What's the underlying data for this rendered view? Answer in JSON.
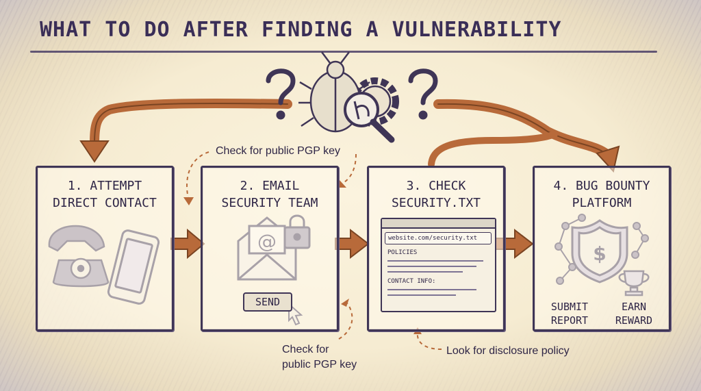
{
  "title": "WHAT TO DO AFTER FINDING A VULNERABILITY",
  "steps": [
    {
      "title": "1. ATTEMPT\nDIRECT CONTACT"
    },
    {
      "title": "2. EMAIL\nSECURITY TEAM",
      "button": "SEND"
    },
    {
      "title": "3. CHECK\nSECURITY.TXT",
      "url": "website.com/security.txt",
      "section1": "POLICIES",
      "section2": "CONTACT INFO:"
    },
    {
      "title": "4. BUG BOUNTY\nPLATFORM",
      "label_left": "SUBMIT\nREPORT",
      "label_right": "EARN\nREWARD"
    }
  ],
  "notes": {
    "top": "Check for public PGP key",
    "bottom_line1": "Check for",
    "bottom_line2": "public PGP key",
    "right": "Look for disclosure policy"
  },
  "icons": {
    "header": [
      "question-mark-icon",
      "bug-icon",
      "magnifier-icon",
      "gear-icon",
      "question-mark-icon"
    ],
    "step1": [
      "rotary-phone-icon",
      "smartphone-icon"
    ],
    "step2": [
      "envelope-at-icon",
      "padlock-icon",
      "cursor-icon"
    ],
    "step4": [
      "network-icon",
      "shield-dollar-icon",
      "trophy-icon"
    ]
  },
  "colors": {
    "ink": "#3f3556",
    "arrow": "#b86a3a",
    "paper": "#f8efd8"
  }
}
